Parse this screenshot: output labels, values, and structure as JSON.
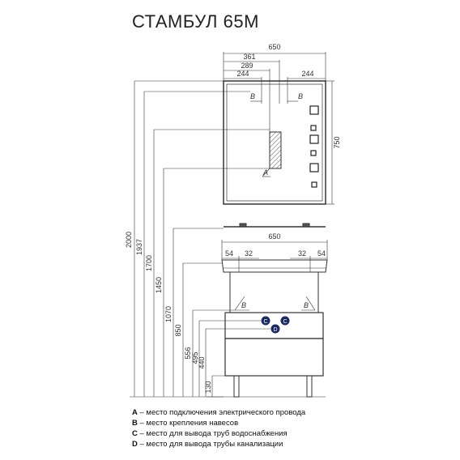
{
  "title": "СТАМБУЛ 65М",
  "dims": {
    "top_width": "650",
    "d361": "361",
    "d289": "289",
    "d244_left": "244",
    "d244_right": "244",
    "mirror_height": "750",
    "h2000": "2000",
    "h1937": "1937",
    "h1700": "1700",
    "h1450": "1450",
    "h1070": "1070",
    "h850": "850",
    "h556": "556",
    "h495": "495",
    "h440": "440",
    "h130": "130",
    "cab_width": "650",
    "d54_left": "54",
    "d32_left": "32",
    "d32_right": "32",
    "d54_right": "54"
  },
  "markers": {
    "a": "A",
    "b": "B",
    "c": "C",
    "d": "D"
  },
  "legend": [
    {
      "key": "A",
      "text": " – место подключения электрического провода"
    },
    {
      "key": "B",
      "text": " – место крепления навесов"
    },
    {
      "key": "C",
      "text": " – место для вывода труб водоснабжения"
    },
    {
      "key": "D",
      "text": " – место для вывода трубы канализации"
    }
  ]
}
